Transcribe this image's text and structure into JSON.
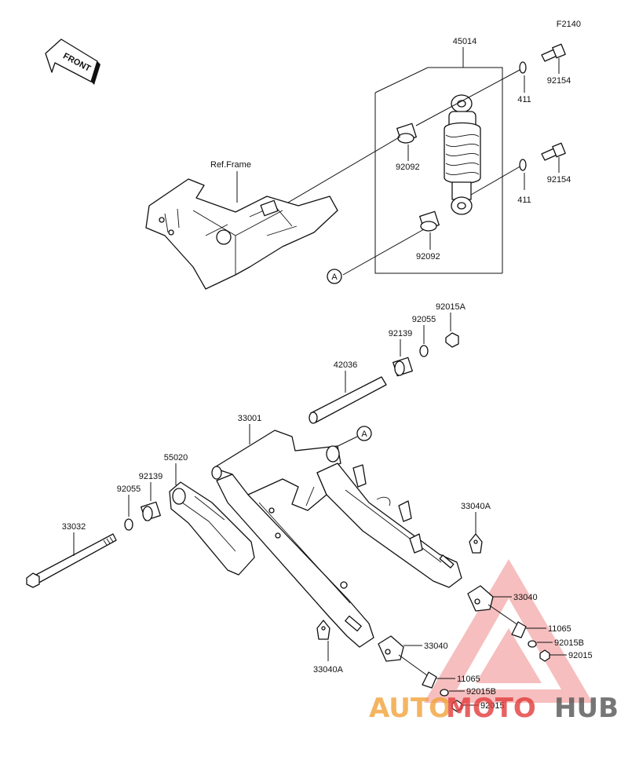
{
  "diagram_code": "F2140",
  "front_label": "FRONT",
  "ref_frame": "Ref.Frame",
  "callout_a": "A",
  "parts": {
    "shock_assy": "45014",
    "washer_top": "411",
    "bolt_top": "92154",
    "bush_top": "92092",
    "washer_bottom": "411",
    "bolt_bottom": "92154",
    "bush_bottom": "92092",
    "nut_pivot": "92015A",
    "washer_pivot_r": "92055",
    "bush_pivot_r": "92139",
    "sleeve": "42036",
    "swingarm": "33001",
    "chain_guide": "55020",
    "bush_pivot_l": "92139",
    "washer_pivot_l": "92055",
    "pivot_shaft": "33032",
    "plate_r": "33040A",
    "adjuster_r": "33040",
    "bolt_r": "11065",
    "nut_b_r": "92015B",
    "nut_r": "92015",
    "adjuster_l": "33040",
    "plate_l": "33040A",
    "bolt_l": "11065",
    "nut_b_l": "92015B",
    "nut_l": "92015"
  },
  "watermark": {
    "part1": "AUTO",
    "part2": "MOTO",
    "part3": "HUB",
    "color1": "#f2a23a",
    "color2": "#e33b3b",
    "color3": "#555555"
  }
}
